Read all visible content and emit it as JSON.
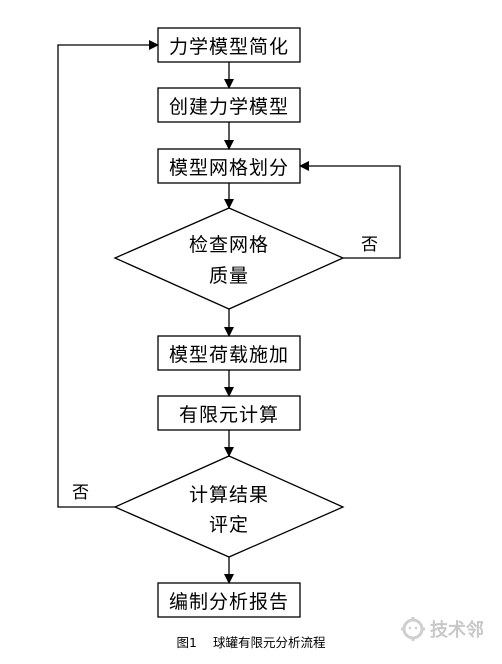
{
  "nodes": {
    "simplify": "力学模型简化",
    "build": "创建力学模型",
    "mesh": "模型网格划分",
    "check_line1": "检查网格",
    "check_line2": "质量",
    "load": "模型荷载施加",
    "fea": "有限元计算",
    "evaluate_line1": "计算结果",
    "evaluate_line2": "评定",
    "report": "编制分析报告"
  },
  "edge_labels": {
    "check_no": "否",
    "evaluate_no": "否"
  },
  "caption": {
    "figure": "图1",
    "title": "球罐有限元分析流程"
  },
  "watermark": {
    "text": "技术邻",
    "icon": "gear-face-icon"
  }
}
